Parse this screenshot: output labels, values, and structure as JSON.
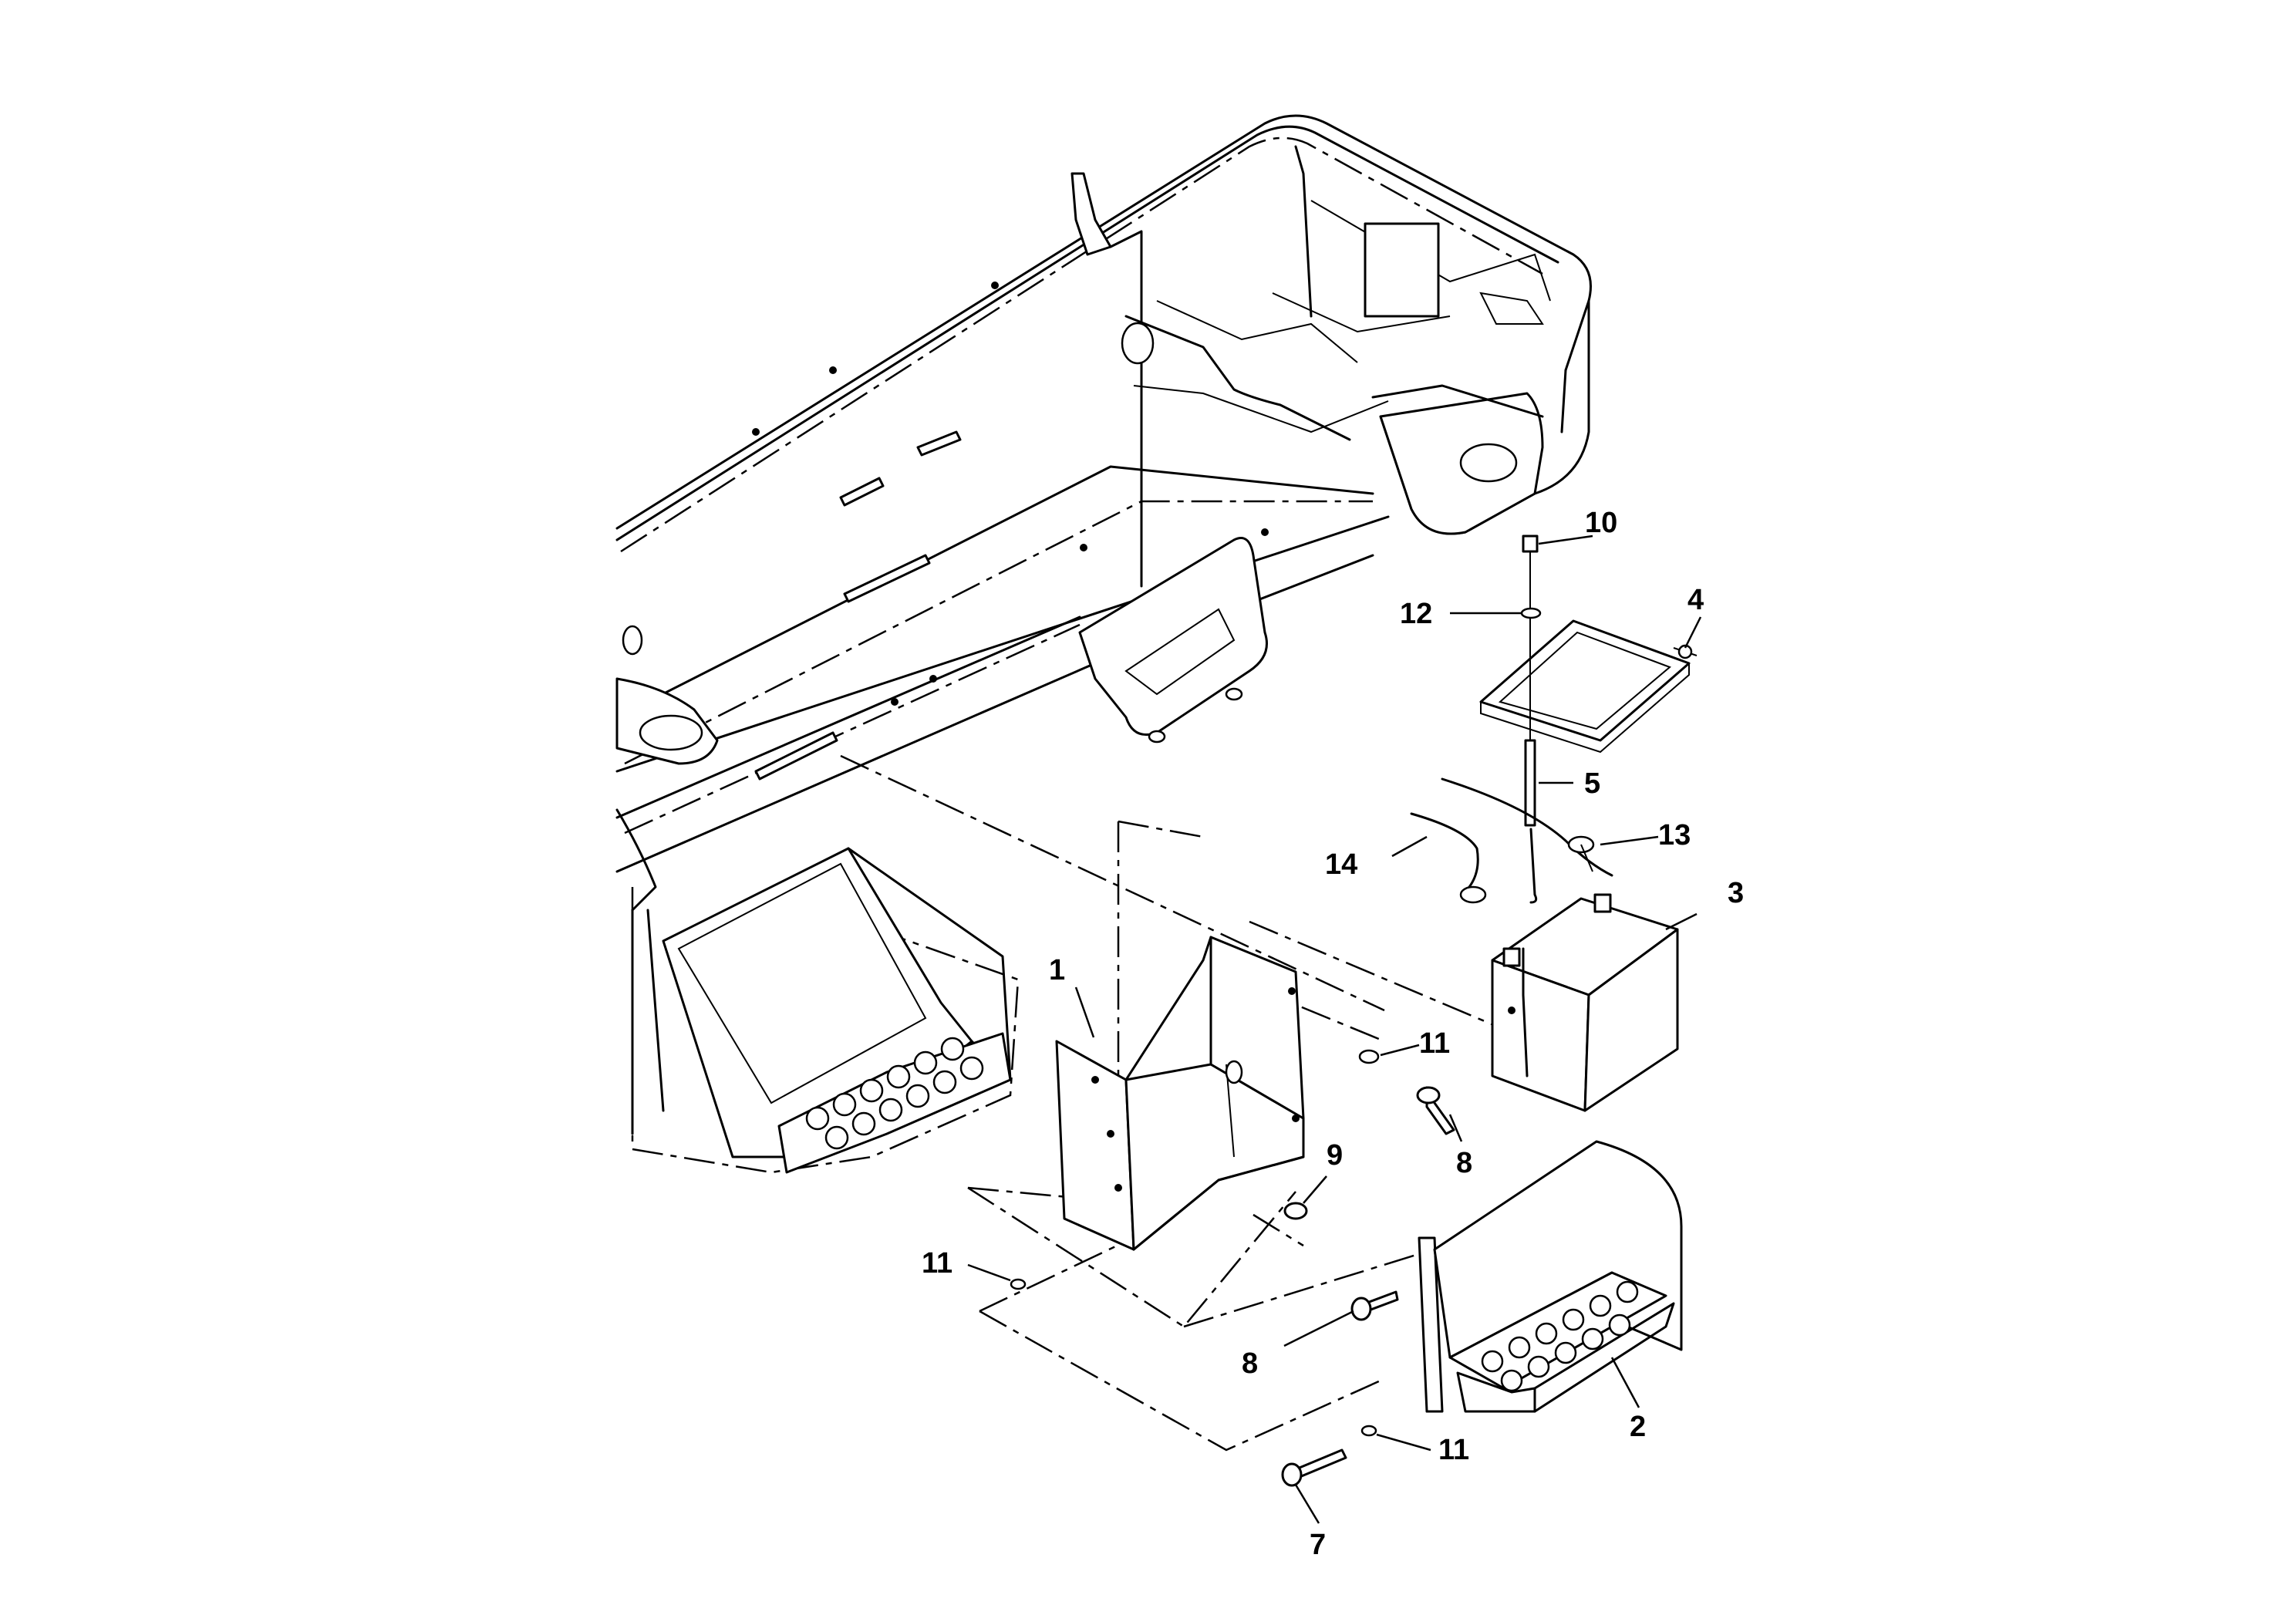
{
  "callouts": [
    {
      "id": "c1",
      "label": "1"
    },
    {
      "id": "c2",
      "label": "2"
    },
    {
      "id": "c3",
      "label": "3"
    },
    {
      "id": "c4",
      "label": "4"
    },
    {
      "id": "c5",
      "label": "5"
    },
    {
      "id": "c7",
      "label": "7"
    },
    {
      "id": "c8a",
      "label": "8"
    },
    {
      "id": "c8b",
      "label": "8"
    },
    {
      "id": "c9",
      "label": "9"
    },
    {
      "id": "c10",
      "label": "10"
    },
    {
      "id": "c11a",
      "label": "11"
    },
    {
      "id": "c11b",
      "label": "11"
    },
    {
      "id": "c11c",
      "label": "11"
    },
    {
      "id": "c12",
      "label": "12"
    },
    {
      "id": "c13",
      "label": "13"
    },
    {
      "id": "c14",
      "label": "14"
    }
  ]
}
